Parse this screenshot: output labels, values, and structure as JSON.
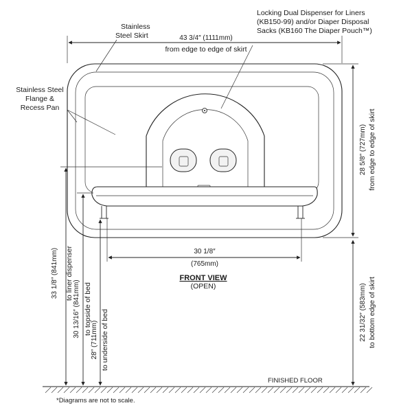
{
  "labels": {
    "skirt": [
      "Stainless",
      "Steel Skirt"
    ],
    "flange": [
      "Stainless Steel",
      "Flange &",
      "Recess Pan"
    ],
    "dispenser": [
      "Locking Dual Dispenser for Liners",
      "(KB150-99) and/or Diaper Disposal",
      "Sacks (KB160 The Diaper Pouch™)"
    ]
  },
  "dimensions": {
    "width_value": "43 3/4″ (1111mm)",
    "width_desc": "from edge to edge of skirt",
    "height_value": "28 5/8″ (727mm)",
    "height_desc": "from edge to edge of skirt",
    "bed_width_value": "30 1/8″",
    "bed_width_mm": "(765mm)",
    "bottom_value": "22 31/32″ (583mm)",
    "bottom_desc": "to bottom edge of skirt",
    "liner_value": "33 1/8″ (841mm)",
    "liner_desc": "to liner dispenser",
    "topside_value": "30 13/16″ (841mm)",
    "topside_desc": "to topside of bed",
    "underside_value": "28″ (711mm)",
    "underside_desc": "to underside of bed"
  },
  "view": {
    "title": "FRONT VIEW",
    "subtitle": "(OPEN)"
  },
  "floor_label": "FINISHED FLOOR",
  "footnote": "*Diagrams are not to scale."
}
